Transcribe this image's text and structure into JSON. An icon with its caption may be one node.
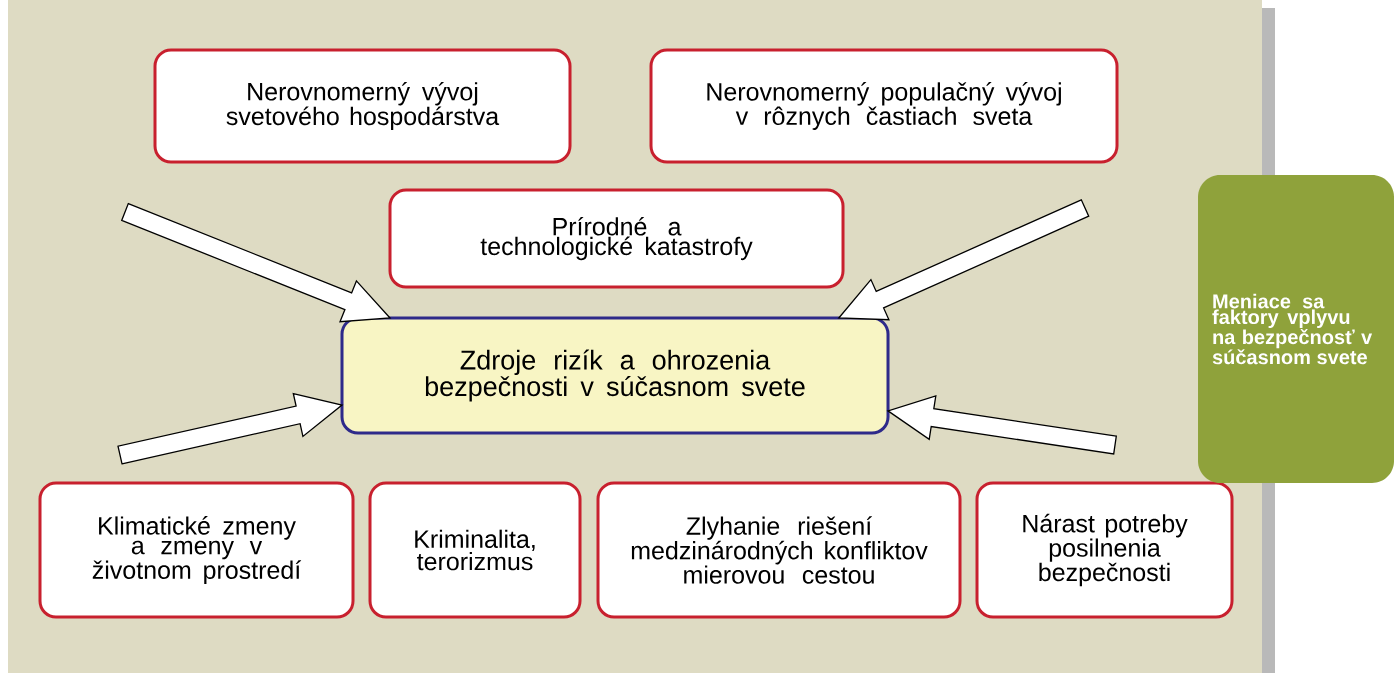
{
  "diagram": {
    "nodes": [
      {
        "text": [
          "Nerovnomerný vývoj svetového hospodárstva"
        ]
      },
      {
        "text": [
          "Nerovnomerný populačný vývoj v rôznych častiach sveta"
        ]
      },
      {
        "text": [
          "Prírodné a technologické katastrofy"
        ]
      },
      {
        "text": [
          "Zdroje rizík a ohrozenia bezpečnosti v súčasnom svete"
        ]
      },
      {
        "text": [
          "Klimatické zmeny a zmeny v životnom prostredí"
        ]
      },
      {
        "text": [
          "Kriminalita, terorizmus"
        ]
      },
      {
        "text": [
          "Zlyhanie riešení medzinárodných konfliktov mierovou cestou"
        ]
      },
      {
        "text": [
          "Nárast potreby posilnenia bezpečnosti"
        ]
      },
      {
        "text": [
          "Meniace sa faktory vplyvu na bezpečnosť v súčasnom svete"
        ]
      }
    ],
    "edges": [
      {
        "from": null,
        "to": 3,
        "arrow": "to"
      },
      {
        "from": null,
        "to": 3,
        "arrow": "to"
      },
      {
        "from": null,
        "to": 3,
        "arrow": "to"
      },
      {
        "from": null,
        "to": 3,
        "arrow": "to"
      }
    ]
  }
}
